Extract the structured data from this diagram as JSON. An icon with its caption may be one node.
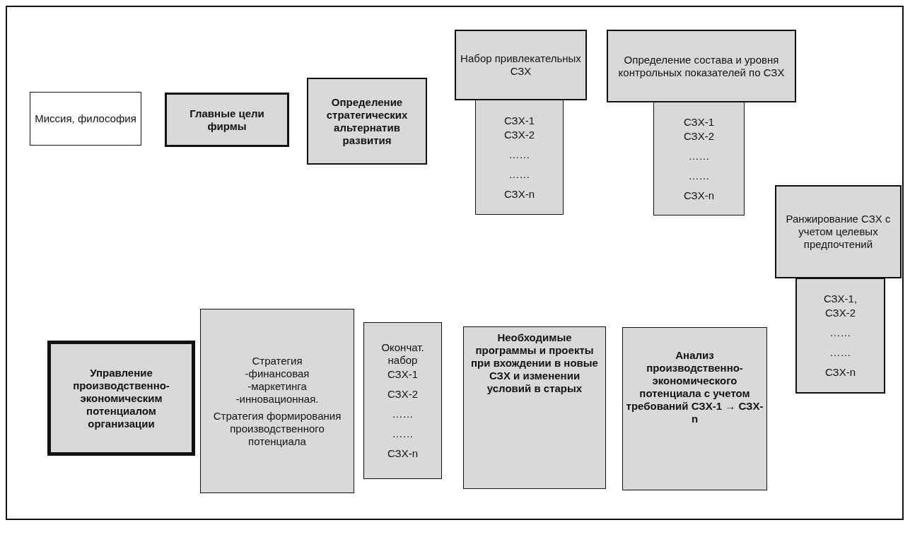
{
  "diagram": {
    "nodes": [
      {
        "text": [
          "Миссия, философия"
        ]
      },
      {
        "text": [
          "Главные цели фирмы"
        ]
      },
      {
        "text": [
          "Определение стратегических альтернатив развития"
        ]
      },
      {
        "text": [
          "Набор привлекательных СЗХ"
        ]
      },
      {
        "text": [
          "СЗХ-1",
          "СЗХ-2",
          "……",
          "……",
          "СЗХ-n"
        ]
      },
      {
        "text": [
          "Определение состава и уровня контрольных показателей по СЗХ"
        ]
      },
      {
        "text": [
          "СЗХ-1",
          "СЗХ-2",
          "……",
          "……",
          "СЗХ-n"
        ]
      },
      {
        "text": [
          "Ранжирование СЗХ с учетом целевых предпочтений"
        ]
      },
      {
        "text": [
          "СЗХ-1,",
          "СЗХ-2",
          "……",
          "……",
          "СЗХ-n"
        ]
      },
      {
        "text": [
          "Управление производственно-экономическим потенциалом организации"
        ]
      },
      {
        "text": [
          "Стратегия",
          "-финансовая",
          "-маркетинга",
          "-инновационная.",
          "Стратегия формирования производственного потенциала"
        ]
      },
      {
        "text": [
          "Окончат. набор",
          "СЗХ-1",
          "СЗХ-2",
          "……",
          "……",
          "СЗХ-n"
        ]
      },
      {
        "text": [
          "Необходимые программы и проекты при вхождении в новые СЗХ и изменении условий в старых"
        ]
      },
      {
        "text": [
          "Анализ производственно-экономического потенциала с учетом требований СЗХ-1 → СЗХ-n"
        ]
      }
    ]
  }
}
